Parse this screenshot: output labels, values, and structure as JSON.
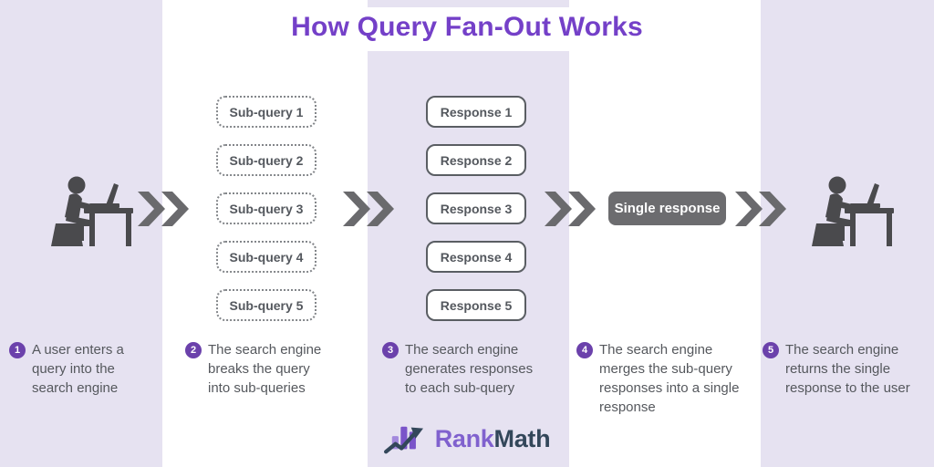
{
  "title": "How Query Fan-Out Works",
  "colors": {
    "band_lavender": "#e6e2f1",
    "title_purple": "#7440c8",
    "step_circle_purple": "#6b41ab",
    "body_text_gray": "#55585d",
    "box_border_gray": "#5a5e63",
    "chevron_gray": "#6a6a6d",
    "single_response_bg": "#6c6c6f",
    "person_gray": "#4a4a4d",
    "logo_purple": "#8061ce",
    "logo_slate": "#33475a"
  },
  "boxes": {
    "sub_queries": [
      "Sub-query 1",
      "Sub-query 2",
      "Sub-query 3",
      "Sub-query 4",
      "Sub-query 5"
    ],
    "responses": [
      "Response 1",
      "Response 2",
      "Response 3",
      "Response 4",
      "Response 5"
    ],
    "single_response": "Single response"
  },
  "steps": [
    {
      "num": "1",
      "text": "A user enters a\nquery into the\nsearch engine"
    },
    {
      "num": "2",
      "text": "The search engine\nbreaks the query\ninto sub-queries"
    },
    {
      "num": "3",
      "text": "The search engine\ngenerates responses\nto each sub-query"
    },
    {
      "num": "4",
      "text": "The search engine\nmerges the sub-query\nresponses into a single\nresponse"
    },
    {
      "num": "5",
      "text": "The search engine\nreturns the single\nresponse to the user"
    }
  ],
  "logo": {
    "rank": "Rank",
    "math": "Math"
  },
  "icons": {
    "person": "user-at-computer-icon",
    "arrow": "double-chevron-right-icon",
    "logo": "bar-chart-growth-arrow-icon"
  }
}
